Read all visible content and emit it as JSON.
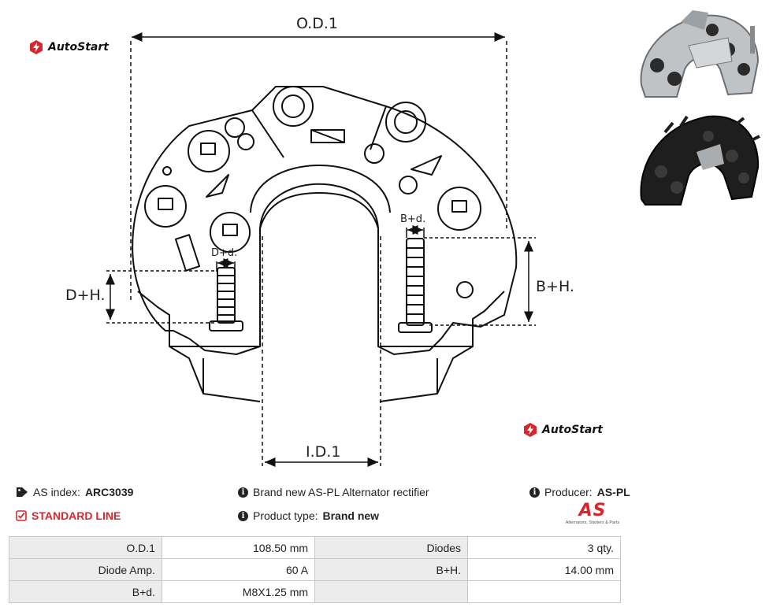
{
  "brand": {
    "logo_text": "AutoStart",
    "accent": "#d7262d"
  },
  "dimensions": {
    "od1": "O.D.1",
    "id1": "I.D.1",
    "dh": "D+H.",
    "bh": "B+H.",
    "dd": "D+d.",
    "bd": "B+d."
  },
  "info": {
    "as_index_label": "AS index:",
    "as_index_value": "ARC3039",
    "standard_line": "STANDARD LINE",
    "description": "Brand new AS-PL Alternator rectifier",
    "product_type_label": "Product type:",
    "product_type_value": "Brand new",
    "producer_label": "Producer:",
    "producer_value": "AS-PL",
    "producer_logo_text": "AS",
    "producer_tagline": "Alternators, Starters & Parts"
  },
  "specs": [
    {
      "label": "O.D.1",
      "value": "108.50 mm",
      "label2": "Diodes",
      "value2": "3 qty."
    },
    {
      "label": "Diode Amp.",
      "value": "60 A",
      "label2": "B+H.",
      "value2": "14.00 mm"
    },
    {
      "label": "B+d.",
      "value": "M8X1.25 mm",
      "label2": "",
      "value2": ""
    }
  ]
}
